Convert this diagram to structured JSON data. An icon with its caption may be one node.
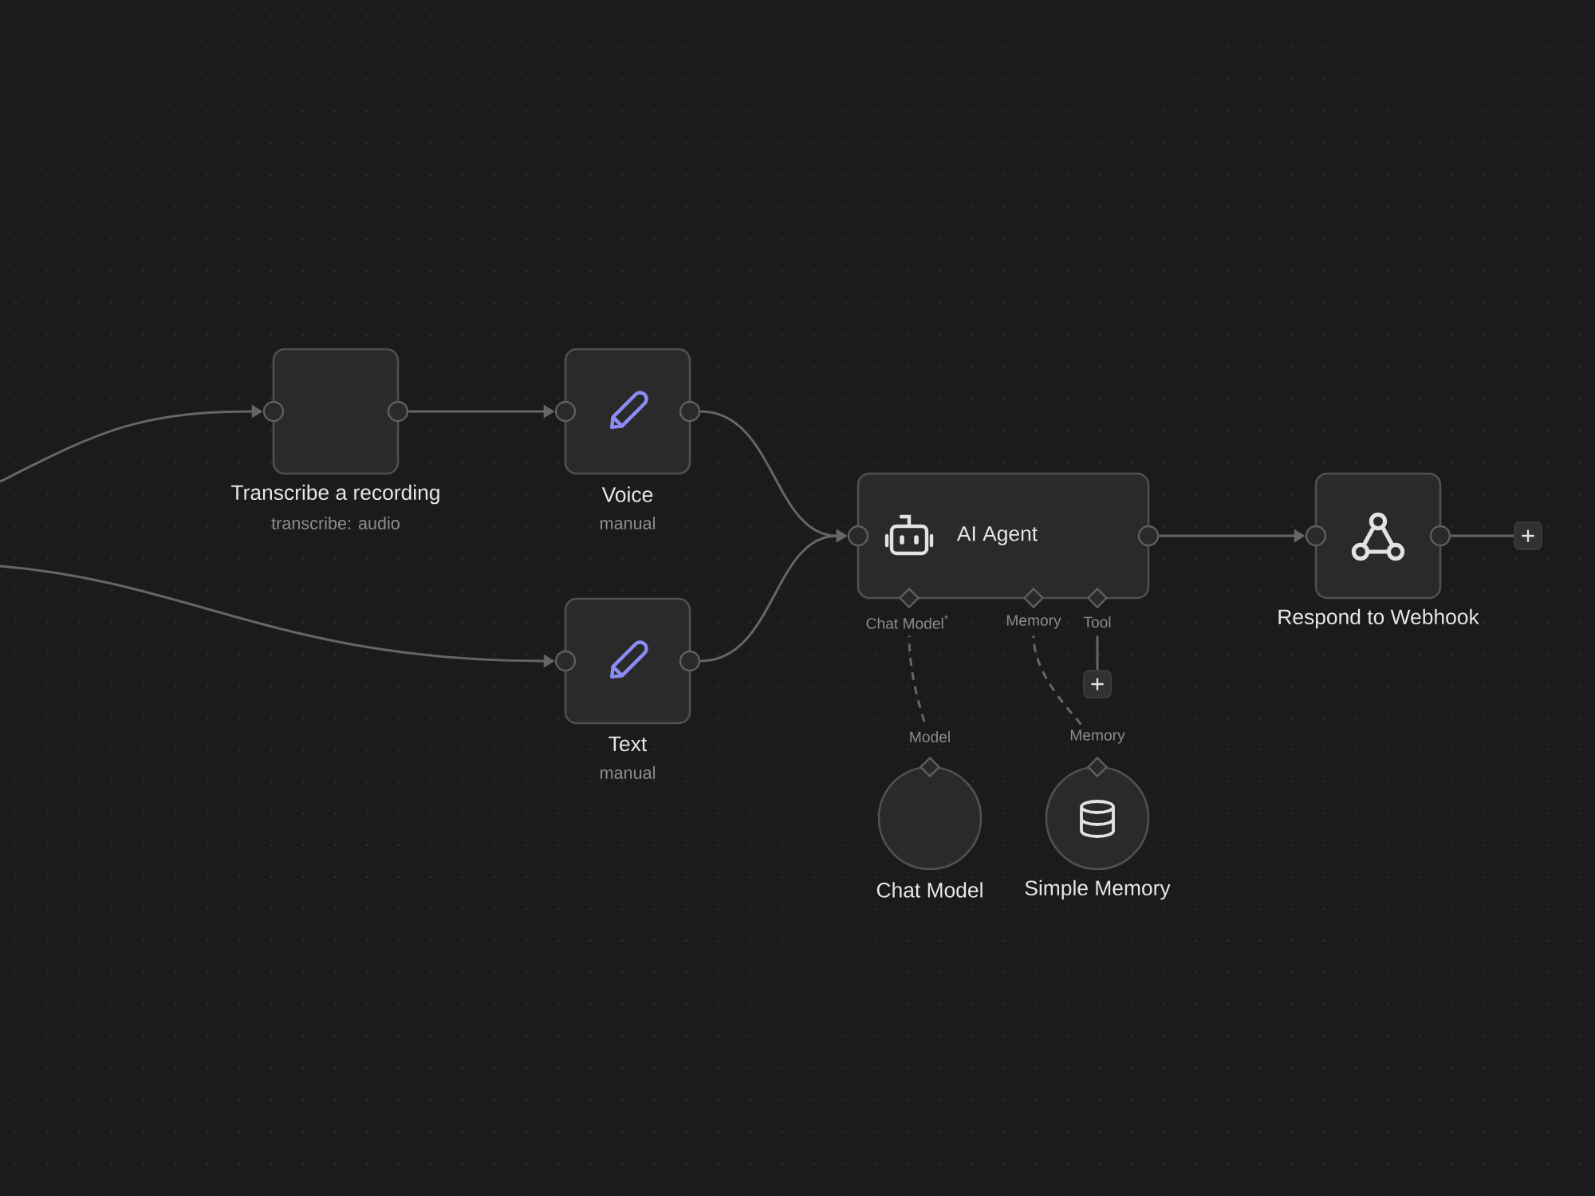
{
  "diagram": {
    "nodes": [
      {
        "text": [
          "Transcribe a recording",
          "transcribe: audio"
        ]
      },
      {
        "text": [
          "Voice",
          "manual"
        ]
      },
      {
        "text": [
          "Text",
          "manual"
        ]
      },
      {
        "text": [
          "AI Agent"
        ],
        "beside": [
          "Chat Model$^{*}$",
          "Memory",
          "Tool"
        ]
      },
      {
        "text": [
          "Respond to Webhook"
        ]
      },
      {
        "text": [
          "Chat Model"
        ],
        "beside": [
          "Model"
        ]
      },
      {
        "text": [
          "Simple Memory"
        ],
        "beside": [
          "Memory"
        ]
      },
      {
        "text": [],
        "shape": "box"
      },
      {
        "text": [],
        "shape": "box"
      }
    ],
    "edges": [
      {
        "from": null,
        "to": 0,
        "arrow": "to"
      },
      {
        "from": null,
        "to": 2,
        "arrow": "to"
      },
      {
        "from": 0,
        "to": 1,
        "arrow": "to"
      },
      {
        "from": 1,
        "to": 3,
        "arrow": "to"
      },
      {
        "from": 2,
        "to": 3,
        "arrow": "to"
      },
      {
        "from": 3,
        "to": 4,
        "arrow": "to"
      },
      {
        "from": 4,
        "to": 8,
        "arrow": "none"
      },
      {
        "from": 5,
        "to": 3,
        "arrow": "none",
        "style": "dashed"
      },
      {
        "from": 6,
        "to": 3,
        "arrow": "none",
        "style": "dashed"
      },
      {
        "from": 3,
        "to": 7,
        "arrow": "none"
      }
    ]
  }
}
